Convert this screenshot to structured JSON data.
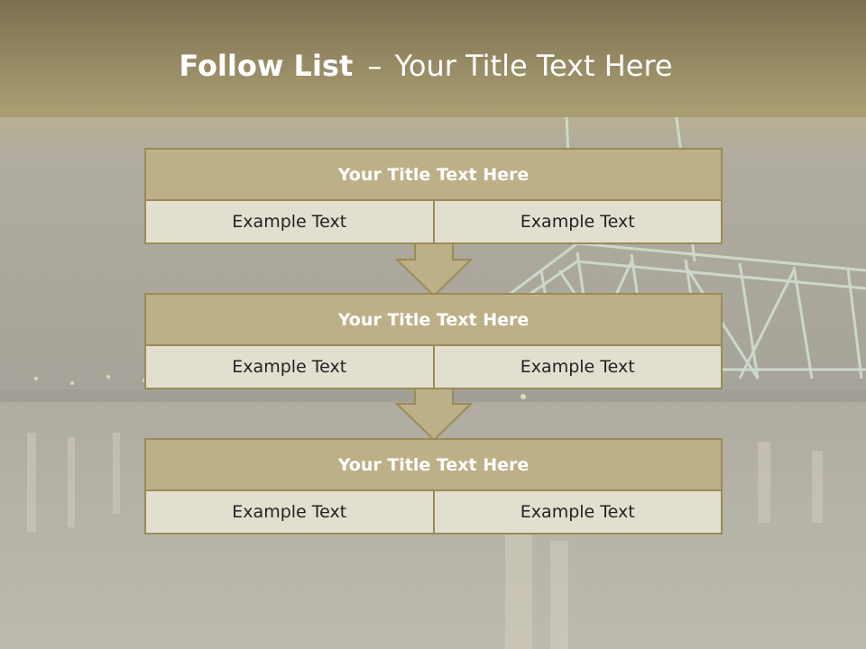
{
  "title": {
    "bold": "Follow List",
    "dash": "–",
    "rest": "Your Title Text Here"
  },
  "steps": [
    {
      "title": "Your Title Text Here",
      "left": "Example Text",
      "right": "Example Text"
    },
    {
      "title": "Your Title Text Here",
      "left": "Example Text",
      "right": "Example Text"
    },
    {
      "title": "Your Title Text Here",
      "left": "Example Text",
      "right": "Example Text"
    }
  ],
  "colors": {
    "header_fill": "#bdb089",
    "border": "#9a8b55",
    "cell_fill": "#e2dfd1",
    "arrow_fill": "#bdb089"
  }
}
